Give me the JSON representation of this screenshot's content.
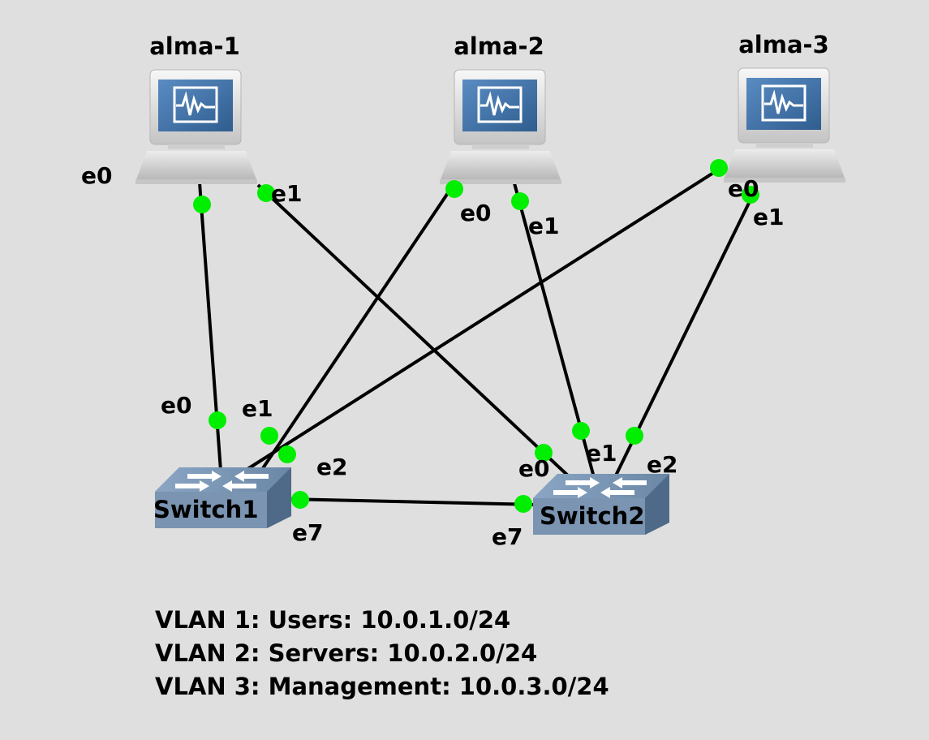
{
  "nodes": {
    "alma1": {
      "label": "alma-1",
      "ports": {
        "e0": "e0",
        "e1": "e1"
      }
    },
    "alma2": {
      "label": "alma-2",
      "ports": {
        "e0": "e0",
        "e1": "e1"
      }
    },
    "alma3": {
      "label": "alma-3",
      "ports": {
        "e0": "e0",
        "e1": "e1"
      }
    },
    "switch1": {
      "label": "Switch1",
      "ports": {
        "e0": "e0",
        "e1": "e1",
        "e2": "e2",
        "e7": "e7"
      }
    },
    "switch2": {
      "label": "Switch2",
      "ports": {
        "e0": "e0",
        "e1": "e1",
        "e2": "e2",
        "e7": "e7"
      }
    }
  },
  "links": [
    {
      "from": "alma-1 e0",
      "to": "Switch1 e0"
    },
    {
      "from": "alma-1 e1",
      "to": "Switch2 e0"
    },
    {
      "from": "alma-2 e0",
      "to": "Switch1 e1"
    },
    {
      "from": "alma-2 e1",
      "to": "Switch2 e1"
    },
    {
      "from": "alma-3 e0",
      "to": "Switch1 e2"
    },
    {
      "from": "alma-3 e1",
      "to": "Switch2 e2"
    },
    {
      "from": "Switch1 e7",
      "to": "Switch2 e7"
    }
  ],
  "notes": {
    "vlan1": "VLAN 1: Users: 10.0.1.0/24",
    "vlan2": "VLAN 2: Servers: 10.0.2.0/24",
    "vlan3": "VLAN 3: Management: 10.0.3.0/24"
  },
  "colors": {
    "background": "#dfdfdf",
    "port_up": "#00ee00",
    "link": "#000000",
    "monitor_screen": "#3f6fa0",
    "switch_body": "#7e98b6"
  },
  "icons": {
    "host": "computer-monitor-icon",
    "switch": "ethernet-switch-icon"
  }
}
